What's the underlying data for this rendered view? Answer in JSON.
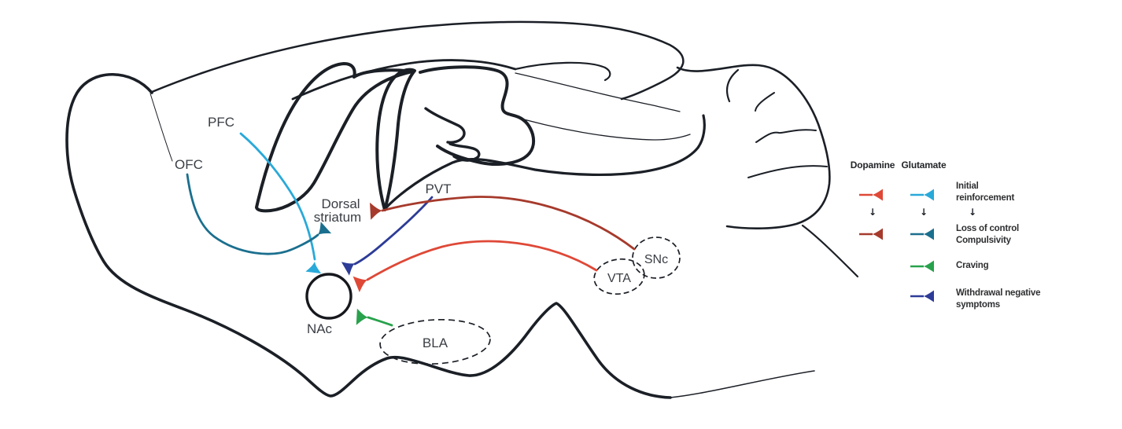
{
  "figure": {
    "type": "brain-sagittal-circuit-diagram",
    "background": "#ffffff"
  },
  "colors": {
    "outline": "#1b1f26",
    "label": "#3a3e44",
    "legend_text": "#2e2f31",
    "dopamine_early": "#df4837",
    "dopamine_late": "#a63a2c",
    "glutamate_early": "#29a9d9",
    "glutamate_late": "#1b6f8e",
    "craving_green": "#28a24c",
    "withdrawal_blue": "#2d3c97"
  },
  "regions": {
    "pfc": "PFC",
    "ofc": "OFC",
    "dorsal_striatum_line1": "Dorsal",
    "dorsal_striatum_line2": "striatum",
    "pvt": "PVT",
    "nac": "NAc",
    "bla": "BLA",
    "vta": "VTA",
    "snc": "SNc"
  },
  "legend": {
    "col1_header": "Dopamine",
    "col2_header": "Glutamate",
    "transition_arrow": "↓",
    "row1": {
      "label_line1": "Initial",
      "label_line2": "reinforcement"
    },
    "row2": {
      "label_line1": "Loss of control",
      "label_line2": "Compulsivity"
    },
    "row3": {
      "label": "Craving"
    },
    "row4": {
      "label_line1": "Withdrawal negative",
      "label_line2": "symptoms"
    }
  },
  "connections": [
    {
      "source": "PFC",
      "target": "NAc",
      "transmitter": "Glutamate",
      "stage": "Initial reinforcement",
      "color": "#29a9d9"
    },
    {
      "source": "OFC",
      "target": "Dorsal striatum",
      "transmitter": "Glutamate",
      "stage": "Loss of control / Compulsivity",
      "color": "#1b6f8e"
    },
    {
      "source": "VTA",
      "target": "NAc",
      "transmitter": "Dopamine",
      "stage": "Initial reinforcement",
      "color": "#df4837"
    },
    {
      "source": "SNc",
      "target": "Dorsal striatum",
      "transmitter": "Dopamine",
      "stage": "Loss of control / Compulsivity",
      "color": "#a63a2c"
    },
    {
      "source": "BLA",
      "target": "NAc",
      "transmitter": "Glutamate",
      "stage": "Craving",
      "color": "#28a24c"
    },
    {
      "source": "PVT",
      "target": "NAc",
      "transmitter": "Glutamate",
      "stage": "Withdrawal negative symptoms",
      "color": "#2d3c97"
    }
  ]
}
